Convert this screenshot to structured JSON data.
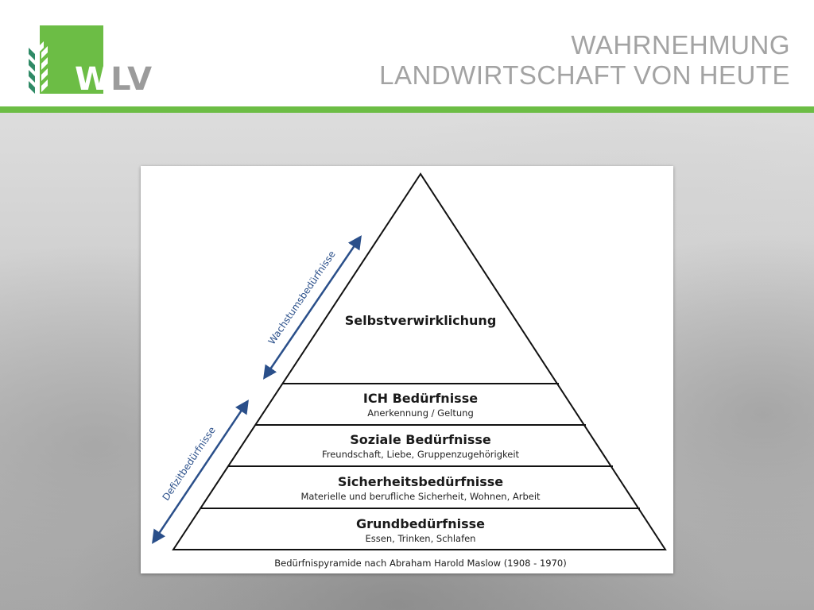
{
  "header": {
    "logo_text_w": "W",
    "logo_text_lv": "LV",
    "title_line1": "WAHRNEHMUNG",
    "title_line2": "LANDWIRTSCHAFT VON HEUTE",
    "accent_color": "#6cbd45"
  },
  "pyramid": {
    "top_level": "Selbstverwirklichung",
    "levels": [
      {
        "title": "ICH Bedürfnisse",
        "subtitle": "Anerkennung / Geltung"
      },
      {
        "title": "Soziale Bedürfnisse",
        "subtitle": "Freundschaft, Liebe, Gruppenzugehörigkeit"
      },
      {
        "title": "Sicherheitsbedürfnisse",
        "subtitle": "Materielle und berufliche Sicherheit, Wohnen, Arbeit"
      },
      {
        "title": "Grundbedürfnisse",
        "subtitle": "Essen, Trinken, Schlafen"
      }
    ],
    "arrow_upper_label": "Wachstumsbedürfnisse",
    "arrow_lower_label": "Defizitbedürfnisse",
    "arrow_color": "#2a4f8a",
    "caption": "Bedürfnispyramide nach Abraham Harold Maslow (1908 - 1970)"
  }
}
